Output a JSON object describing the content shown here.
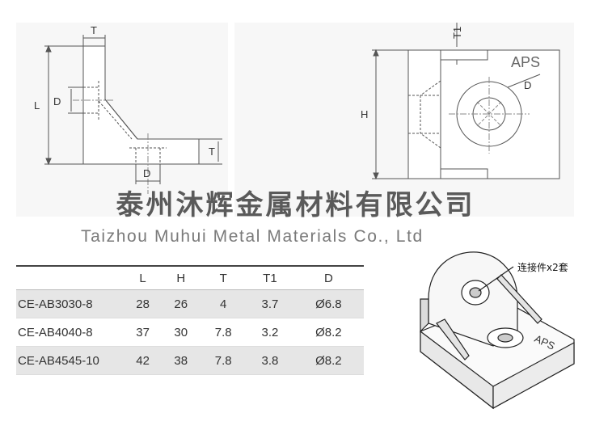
{
  "front_view": {
    "labels": {
      "L": "L",
      "T_top": "T",
      "D_left": "D",
      "D_bottom": "D",
      "T_right": "T"
    }
  },
  "side_view": {
    "labels": {
      "H": "H",
      "T1": "T1",
      "D": "D",
      "brand": "APS"
    }
  },
  "watermark": {
    "company_cn": "泰州沐辉金属材料有限公司",
    "company_en": "Taizhou Muhui Metal Materials Co., Ltd"
  },
  "spec_table": {
    "columns": [
      "",
      "L",
      "H",
      "T",
      "T1",
      "D"
    ],
    "rows": [
      {
        "model": "CE-AB3030-8",
        "L": "28",
        "H": "26",
        "T": "4",
        "T1": "3.7",
        "D": "Ø6.8"
      },
      {
        "model": "CE-AB4040-8",
        "L": "37",
        "H": "30",
        "T": "7.8",
        "T1": "3.2",
        "D": "Ø8.2"
      },
      {
        "model": "CE-AB4545-10",
        "L": "42",
        "H": "38",
        "T": "7.8",
        "T1": "3.8",
        "D": "Ø8.2"
      }
    ]
  },
  "iso_view": {
    "callout": "连接件x2套",
    "brand": "APS"
  }
}
